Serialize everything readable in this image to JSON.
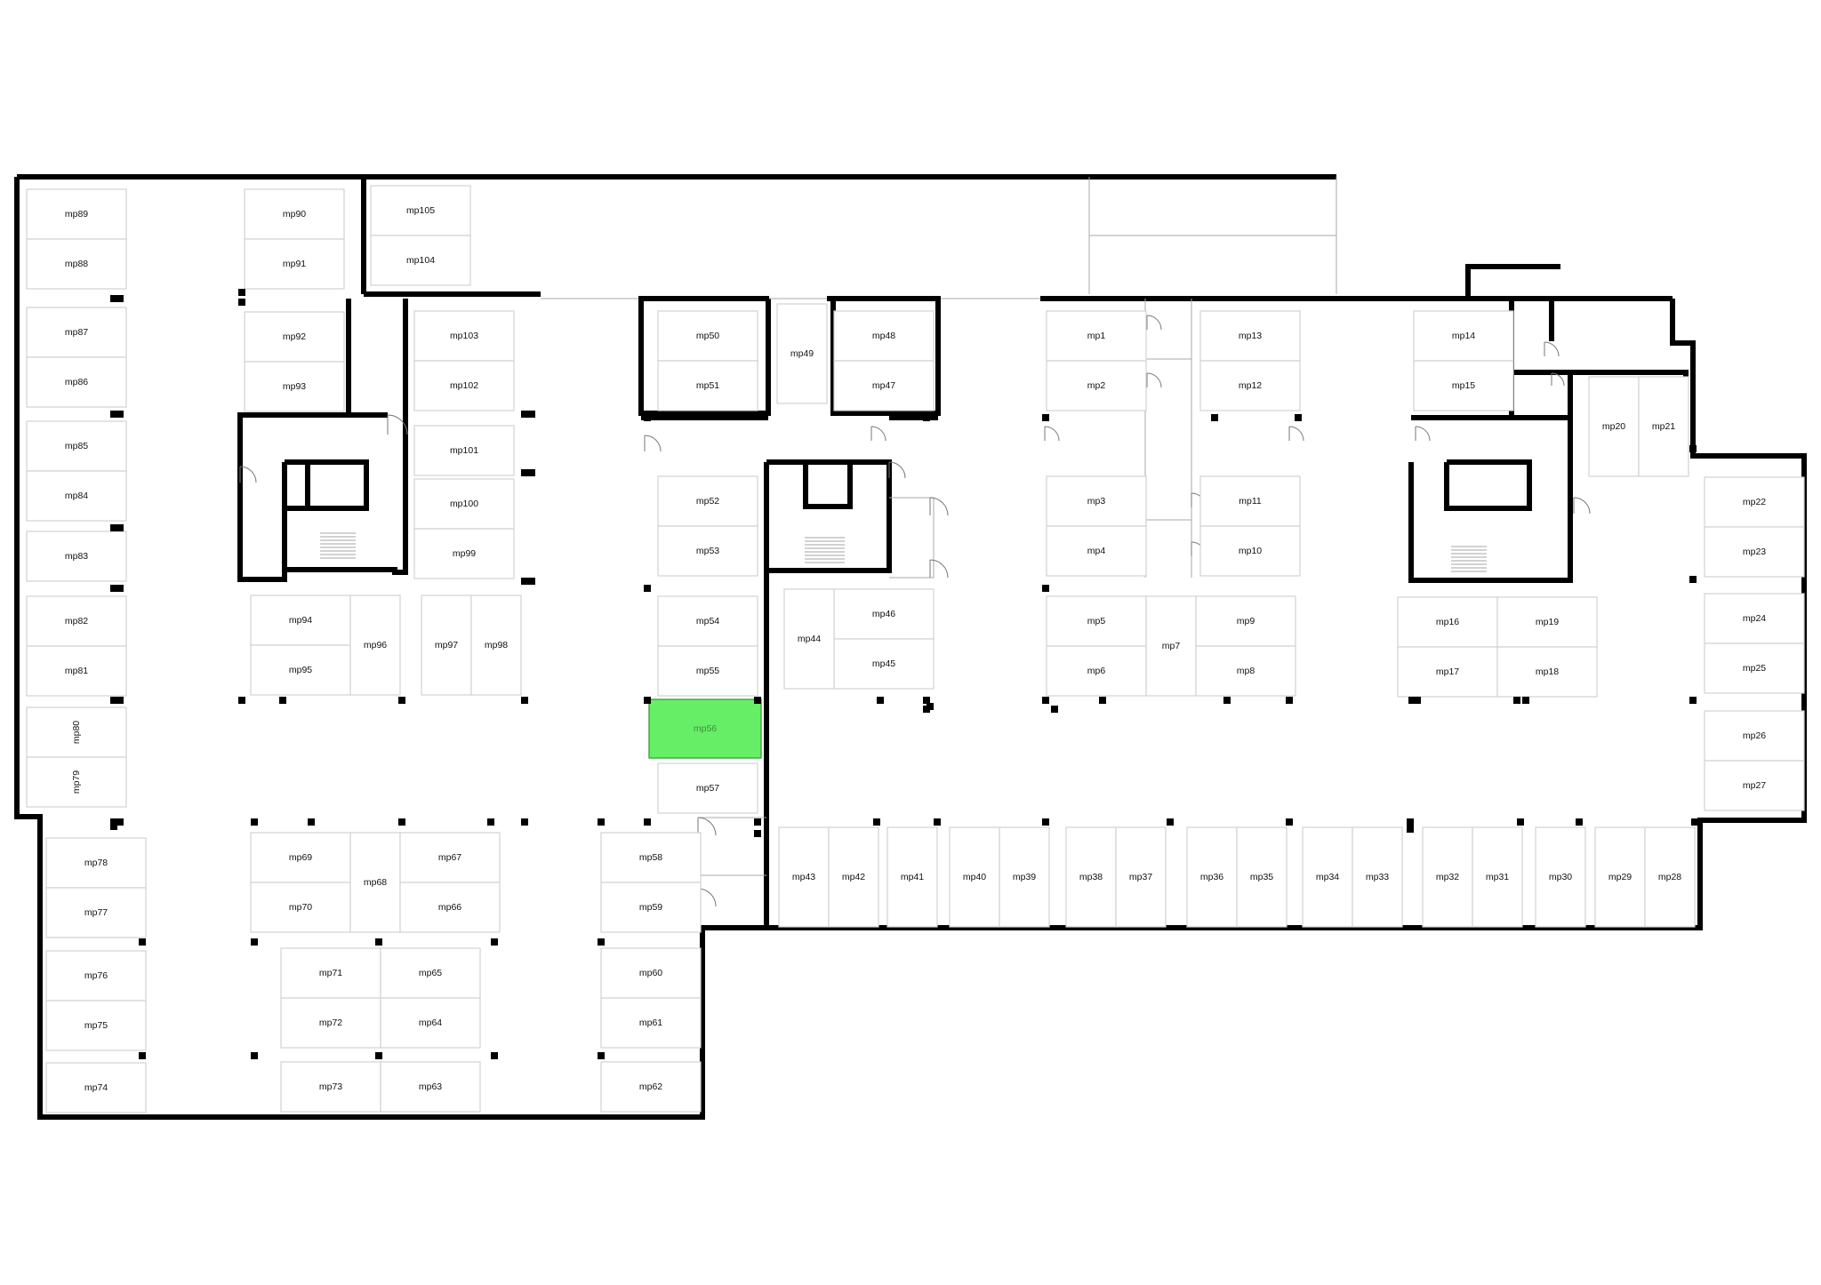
{
  "map": {
    "selected_spot": "mp56",
    "highlight_color": "#66ee66",
    "wall_color": "#000000",
    "spots": [
      {
        "id": "mp1",
        "label": "mp1"
      },
      {
        "id": "mp2",
        "label": "mp2"
      },
      {
        "id": "mp3",
        "label": "mp3"
      },
      {
        "id": "mp4",
        "label": "mp4"
      },
      {
        "id": "mp5",
        "label": "mp5"
      },
      {
        "id": "mp6",
        "label": "mp6"
      },
      {
        "id": "mp7",
        "label": "mp7"
      },
      {
        "id": "mp8",
        "label": "mp8"
      },
      {
        "id": "mp9",
        "label": "mp9"
      },
      {
        "id": "mp10",
        "label": "mp10"
      },
      {
        "id": "mp11",
        "label": "mp11"
      },
      {
        "id": "mp12",
        "label": "mp12"
      },
      {
        "id": "mp13",
        "label": "mp13"
      },
      {
        "id": "mp14",
        "label": "mp14"
      },
      {
        "id": "mp15",
        "label": "mp15"
      },
      {
        "id": "mp16",
        "label": "mp16"
      },
      {
        "id": "mp17",
        "label": "mp17"
      },
      {
        "id": "mp18",
        "label": "mp18"
      },
      {
        "id": "mp19",
        "label": "mp19"
      },
      {
        "id": "mp20",
        "label": "mp20"
      },
      {
        "id": "mp21",
        "label": "mp21"
      },
      {
        "id": "mp22",
        "label": "mp22"
      },
      {
        "id": "mp23",
        "label": "mp23"
      },
      {
        "id": "mp24",
        "label": "mp24"
      },
      {
        "id": "mp25",
        "label": "mp25"
      },
      {
        "id": "mp26",
        "label": "mp26"
      },
      {
        "id": "mp27",
        "label": "mp27"
      },
      {
        "id": "mp28",
        "label": "mp28"
      },
      {
        "id": "mp29",
        "label": "mp29"
      },
      {
        "id": "mp30",
        "label": "mp30"
      },
      {
        "id": "mp31",
        "label": "mp31"
      },
      {
        "id": "mp32",
        "label": "mp32"
      },
      {
        "id": "mp33",
        "label": "mp33"
      },
      {
        "id": "mp34",
        "label": "mp34"
      },
      {
        "id": "mp35",
        "label": "mp35"
      },
      {
        "id": "mp36",
        "label": "mp36"
      },
      {
        "id": "mp37",
        "label": "mp37"
      },
      {
        "id": "mp38",
        "label": "mp38"
      },
      {
        "id": "mp39",
        "label": "mp39"
      },
      {
        "id": "mp40",
        "label": "mp40"
      },
      {
        "id": "mp41",
        "label": "mp41"
      },
      {
        "id": "mp42",
        "label": "mp42"
      },
      {
        "id": "mp43",
        "label": "mp43"
      },
      {
        "id": "mp44",
        "label": "mp44"
      },
      {
        "id": "mp45",
        "label": "mp45"
      },
      {
        "id": "mp46",
        "label": "mp46"
      },
      {
        "id": "mp47",
        "label": "mp47"
      },
      {
        "id": "mp48",
        "label": "mp48"
      },
      {
        "id": "mp49",
        "label": "mp49"
      },
      {
        "id": "mp50",
        "label": "mp50"
      },
      {
        "id": "mp51",
        "label": "mp51"
      },
      {
        "id": "mp52",
        "label": "mp52"
      },
      {
        "id": "mp53",
        "label": "mp53"
      },
      {
        "id": "mp54",
        "label": "mp54"
      },
      {
        "id": "mp55",
        "label": "mp55"
      },
      {
        "id": "mp56",
        "label": "mp56"
      },
      {
        "id": "mp57",
        "label": "mp57"
      },
      {
        "id": "mp58",
        "label": "mp58"
      },
      {
        "id": "mp59",
        "label": "mp59"
      },
      {
        "id": "mp60",
        "label": "mp60"
      },
      {
        "id": "mp61",
        "label": "mp61"
      },
      {
        "id": "mp62",
        "label": "mp62"
      },
      {
        "id": "mp63",
        "label": "mp63"
      },
      {
        "id": "mp64",
        "label": "mp64"
      },
      {
        "id": "mp65",
        "label": "mp65"
      },
      {
        "id": "mp66",
        "label": "mp66"
      },
      {
        "id": "mp67",
        "label": "mp67"
      },
      {
        "id": "mp68",
        "label": "mp68"
      },
      {
        "id": "mp69",
        "label": "mp69"
      },
      {
        "id": "mp70",
        "label": "mp70"
      },
      {
        "id": "mp71",
        "label": "mp71"
      },
      {
        "id": "mp72",
        "label": "mp72"
      },
      {
        "id": "mp73",
        "label": "mp73"
      },
      {
        "id": "mp74",
        "label": "mp74"
      },
      {
        "id": "mp75",
        "label": "mp75"
      },
      {
        "id": "mp76",
        "label": "mp76"
      },
      {
        "id": "mp77",
        "label": "mp77"
      },
      {
        "id": "mp78",
        "label": "mp78"
      },
      {
        "id": "mp79",
        "label": "mp79"
      },
      {
        "id": "mp80",
        "label": "mp80"
      },
      {
        "id": "mp81",
        "label": "mp81"
      },
      {
        "id": "mp82",
        "label": "mp82"
      },
      {
        "id": "mp83",
        "label": "mp83"
      },
      {
        "id": "mp84",
        "label": "mp84"
      },
      {
        "id": "mp85",
        "label": "mp85"
      },
      {
        "id": "mp86",
        "label": "mp86"
      },
      {
        "id": "mp87",
        "label": "mp87"
      },
      {
        "id": "mp88",
        "label": "mp88"
      },
      {
        "id": "mp89",
        "label": "mp89"
      },
      {
        "id": "mp90",
        "label": "mp90"
      },
      {
        "id": "mp91",
        "label": "mp91"
      },
      {
        "id": "mp92",
        "label": "mp92"
      },
      {
        "id": "mp93",
        "label": "mp93"
      },
      {
        "id": "mp94",
        "label": "mp94"
      },
      {
        "id": "mp95",
        "label": "mp95"
      },
      {
        "id": "mp96",
        "label": "mp96"
      },
      {
        "id": "mp97",
        "label": "mp97"
      },
      {
        "id": "mp98",
        "label": "mp98"
      },
      {
        "id": "mp99",
        "label": "mp99"
      },
      {
        "id": "mp100",
        "label": "mp100"
      },
      {
        "id": "mp101",
        "label": "mp101"
      },
      {
        "id": "mp102",
        "label": "mp102"
      },
      {
        "id": "mp103",
        "label": "mp103"
      },
      {
        "id": "mp104",
        "label": "mp104"
      },
      {
        "id": "mp105",
        "label": "mp105"
      }
    ]
  }
}
